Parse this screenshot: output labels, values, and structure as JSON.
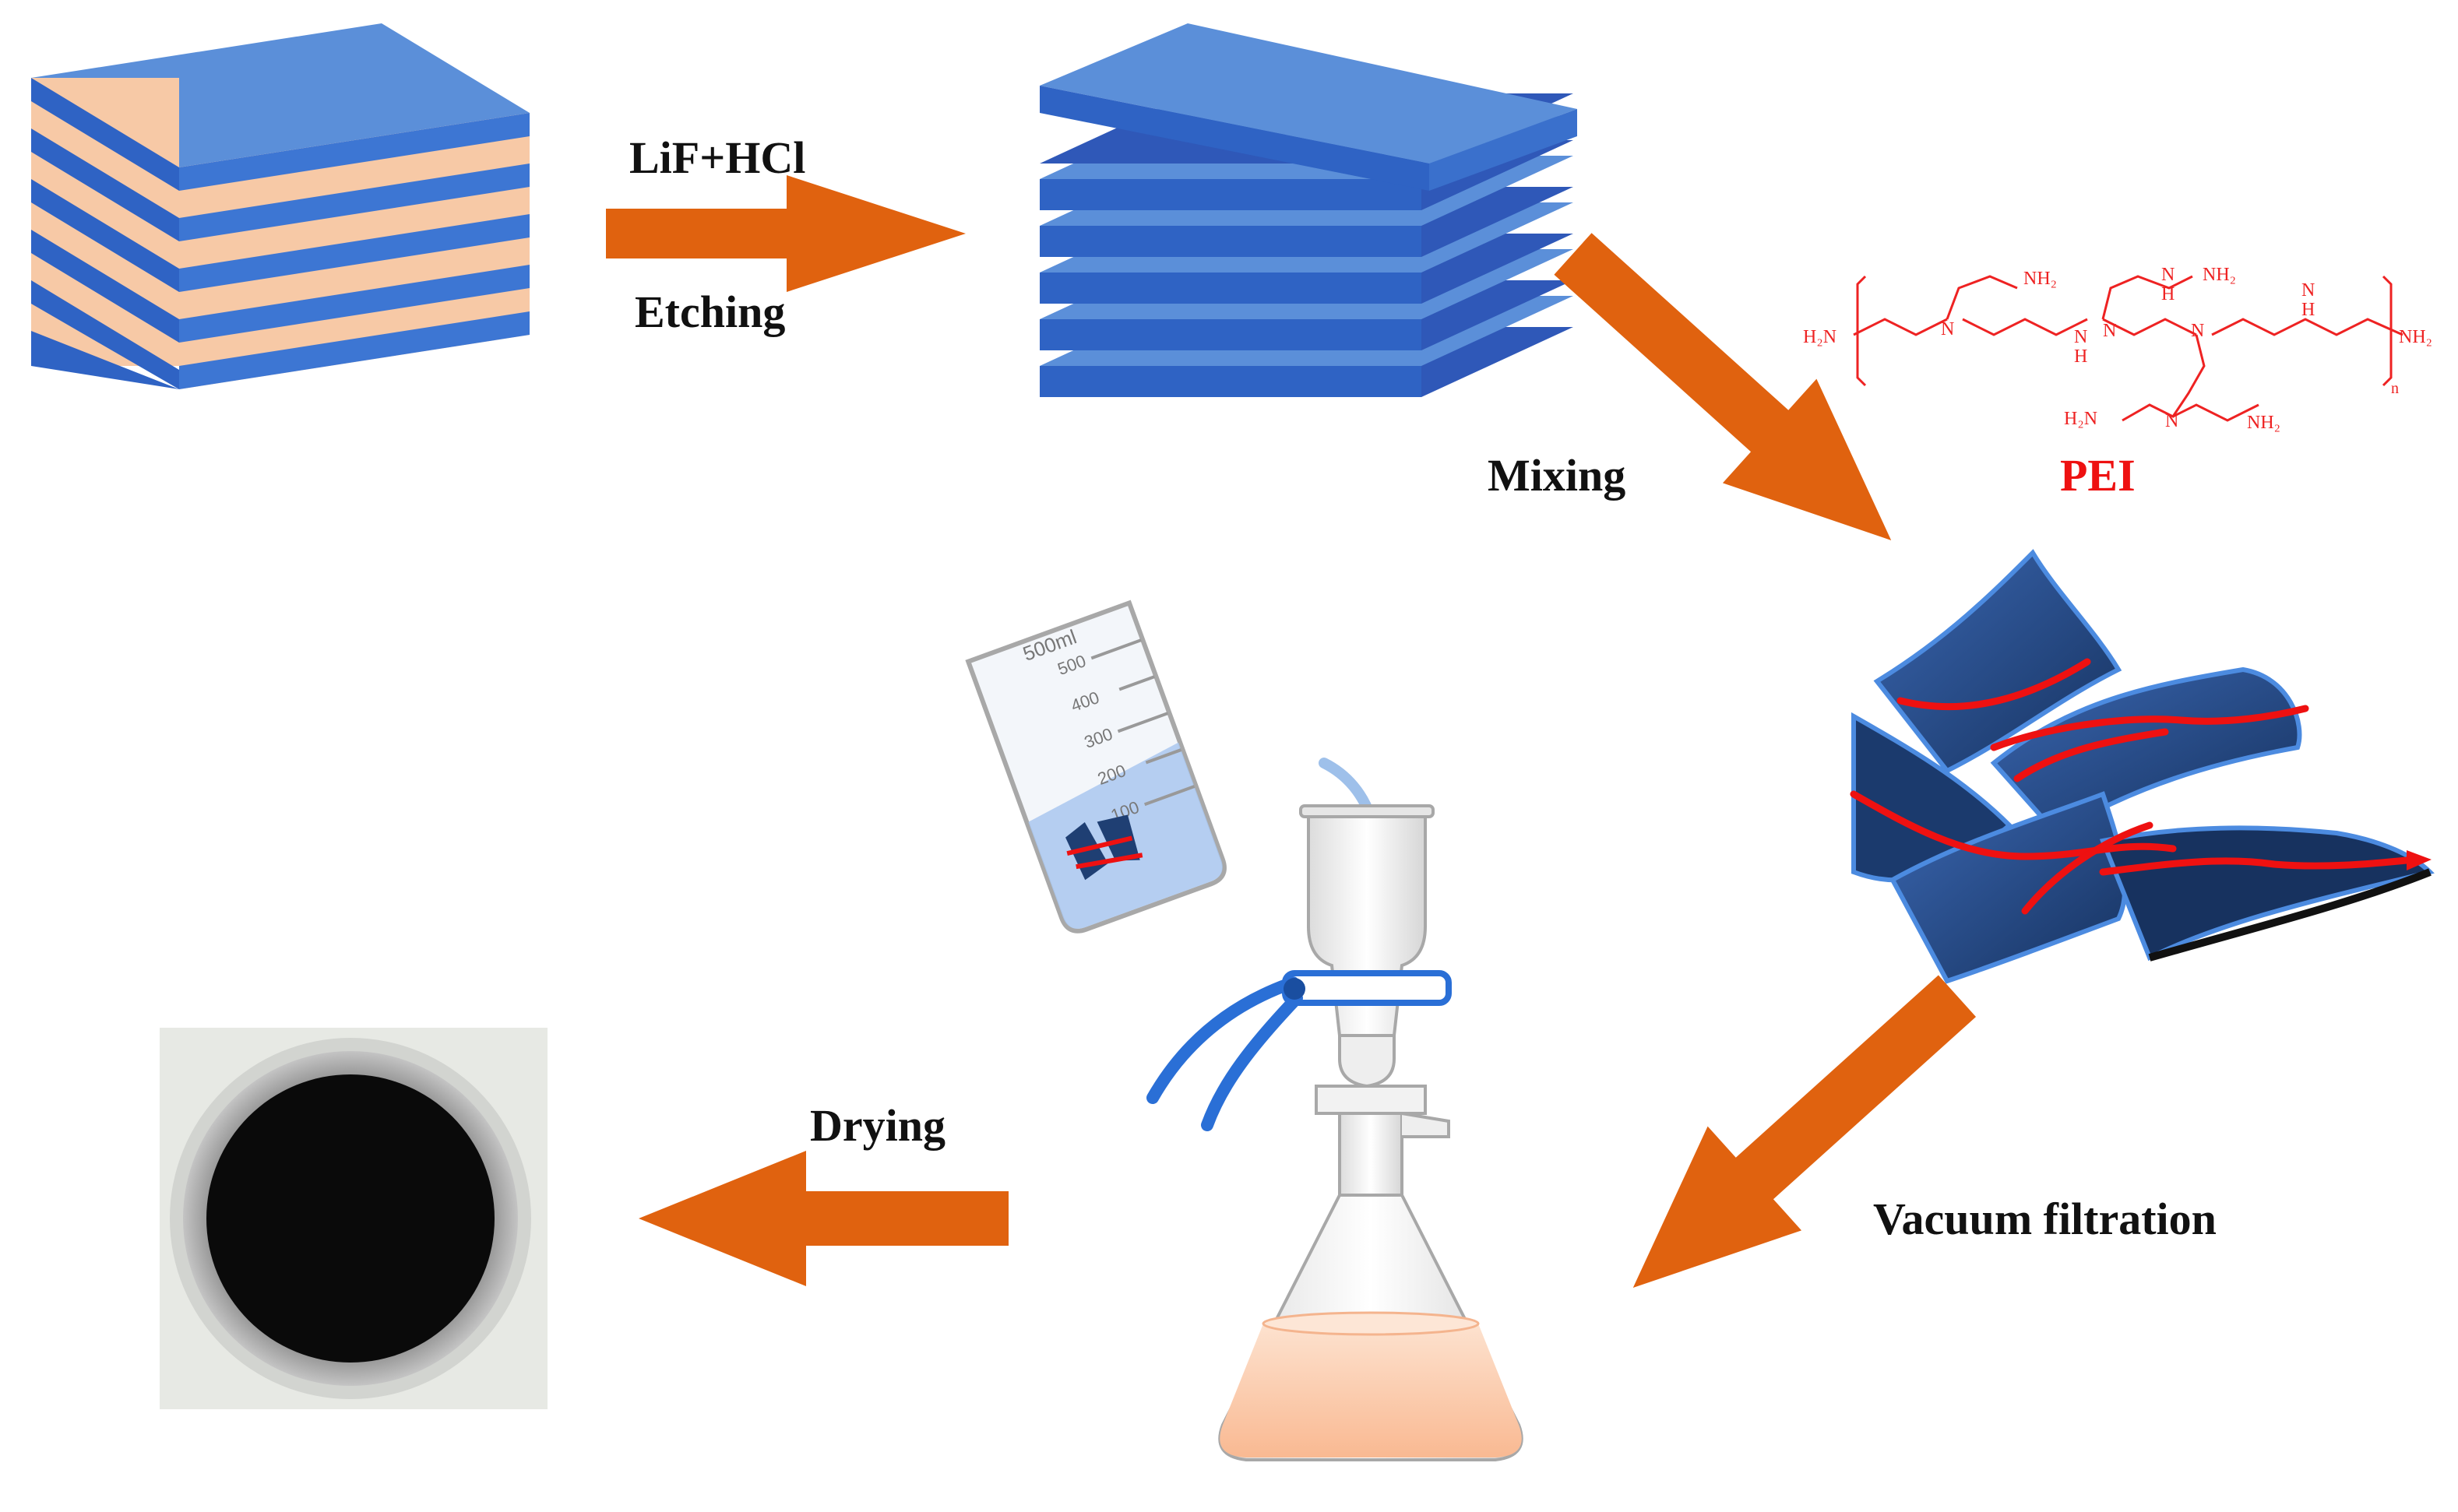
{
  "steps": {
    "etching": {
      "reagent": "LiF+HCl",
      "label": "Etching"
    },
    "mixing": {
      "label": "Mixing"
    },
    "vacuum": {
      "label": "Vacuum filtration"
    },
    "drying": {
      "label": "Drying"
    }
  },
  "pei": {
    "name": "PEI",
    "groups": {
      "nh2": "NH₂",
      "h2n": "H₂N",
      "n": "N",
      "h": "H",
      "sub_n": "n"
    }
  },
  "beaker": {
    "volume_label": "500ml",
    "ticks": [
      "500",
      "400",
      "300",
      "200",
      "100"
    ]
  },
  "colors": {
    "layer_blue": "#5b8fd9",
    "layer_blue_dark": "#2f58b8",
    "interlayer_peach": "#f7c9a6",
    "arrow_orange": "#e0620f",
    "pei_red": "#ee1111",
    "sheet_navy": "#1f3f73",
    "clamp_blue": "#2a6fd6",
    "filtrate_peach": "#fbcdb0"
  },
  "icons": [
    "max-phase-block-icon",
    "mxene-stack-icon",
    "mxene-pei-composite-icon",
    "beaker-icon",
    "filter-funnel-icon",
    "clamp-icon",
    "filter-flask-icon",
    "dried-film-photo-icon"
  ]
}
